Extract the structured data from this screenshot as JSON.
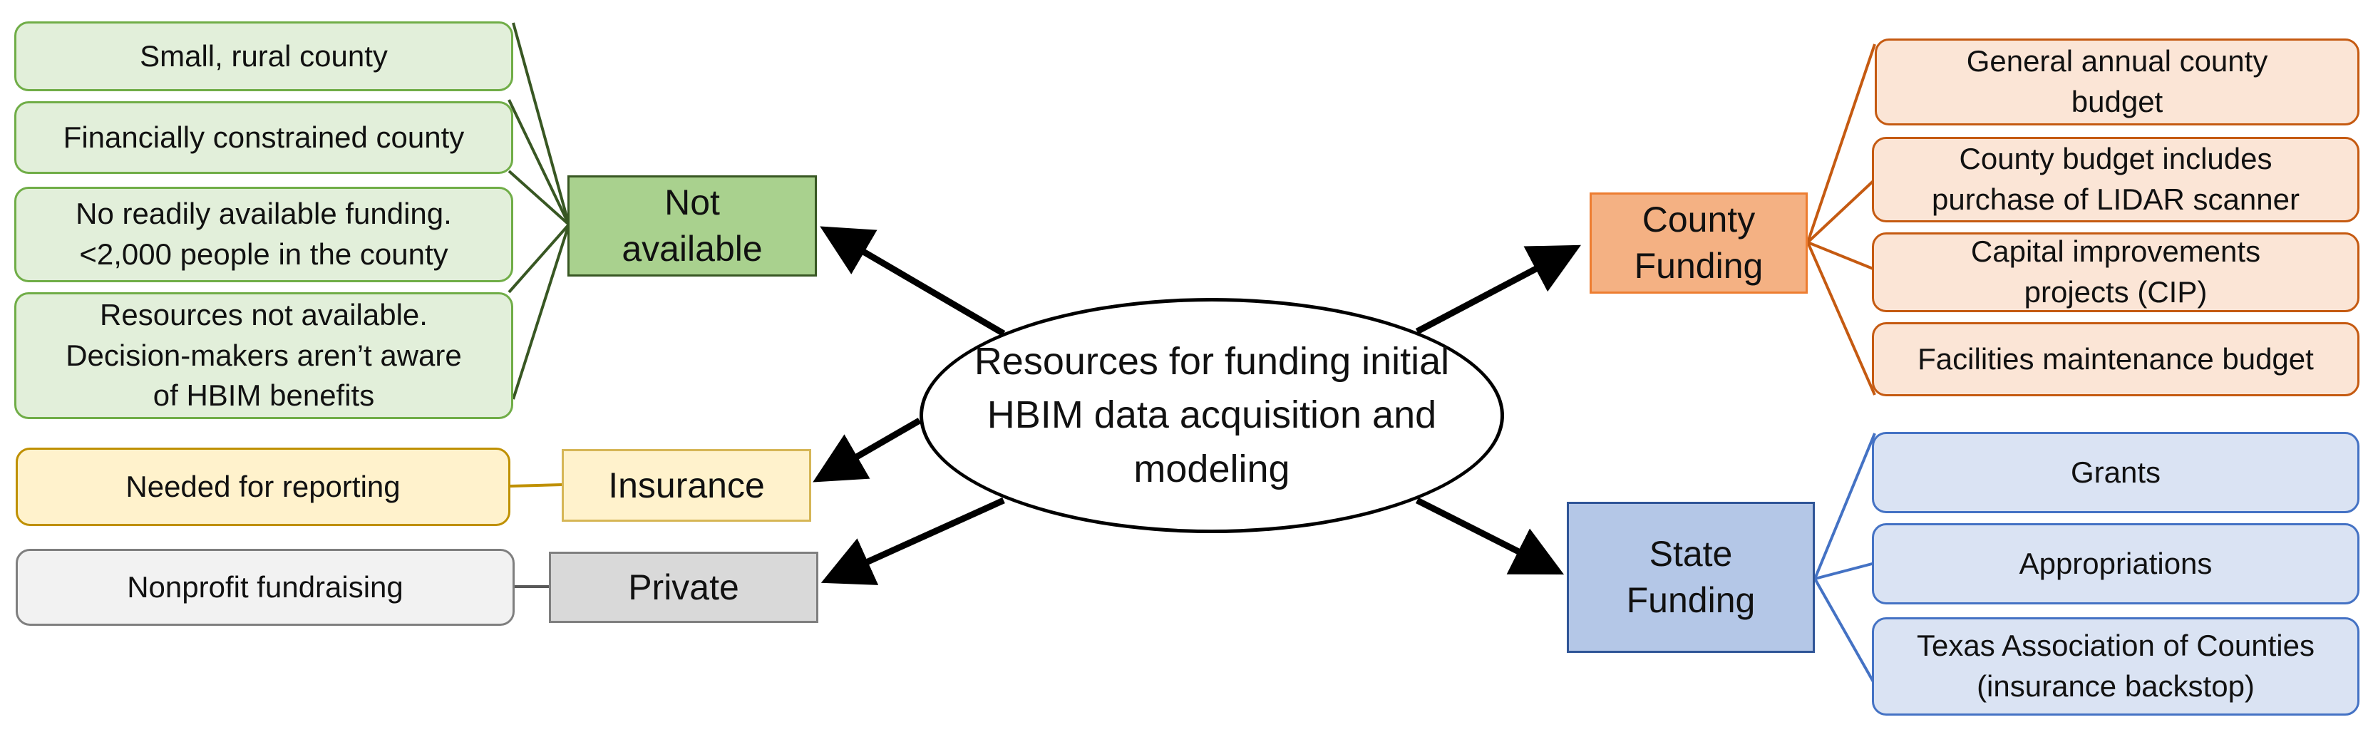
{
  "center": {
    "label": "Resources for funding initial\nHBIM data acquisition and\nmodeling"
  },
  "categories": {
    "not_available": {
      "label": "Not\navailable",
      "items": [
        "Small, rural county",
        "Financially constrained county",
        "No readily available funding.\n<2,000 people in the county",
        "Resources not available.\nDecision-makers aren’t aware\nof HBIM benefits"
      ]
    },
    "insurance": {
      "label": "Insurance",
      "items": [
        "Needed for reporting"
      ]
    },
    "private": {
      "label": "Private",
      "items": [
        "Nonprofit fundraising"
      ]
    },
    "county_funding": {
      "label": "County\nFunding",
      "items": [
        "General annual county\nbudget",
        "County budget includes\npurchase of LIDAR scanner",
        "Capital improvements\nprojects (CIP)",
        "Facilities maintenance budget"
      ]
    },
    "state_funding": {
      "label": "State\nFunding",
      "items": [
        "Grants",
        "Appropriations",
        "Texas Association of Counties\n(insurance backstop)"
      ]
    }
  },
  "colors": {
    "green_line": "#385723",
    "yellow_line": "#bf9000",
    "grey_line": "#595959",
    "orange_line": "#c55a11",
    "blue_line": "#4472c4",
    "arrow": "#000000"
  }
}
